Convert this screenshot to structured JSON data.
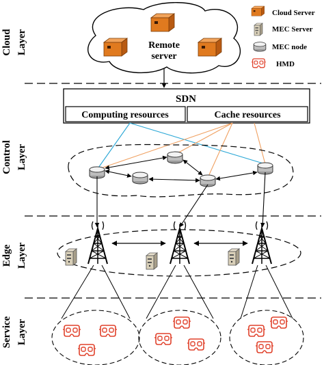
{
  "layers": {
    "cloud": [
      "Cloud",
      "Layer"
    ],
    "control": [
      "Control",
      "Layer"
    ],
    "edge": [
      "Edge",
      "Layer"
    ],
    "service": [
      "Service",
      "Layer"
    ]
  },
  "remote_server": [
    "Remote",
    "server"
  ],
  "sdn": {
    "title": "SDN",
    "computing": "Computing resources",
    "cache": "Cache resources"
  },
  "legend": {
    "cloud_server": "Cloud Server",
    "mec_server": "MEC Server",
    "mec_node": "MEC node",
    "hmd": "HMD"
  },
  "colors": {
    "server_orange": "#e07a1f",
    "hmd_red": "#e0402a",
    "link_blue": "#2aa7d6",
    "link_orange": "#f0a060"
  }
}
